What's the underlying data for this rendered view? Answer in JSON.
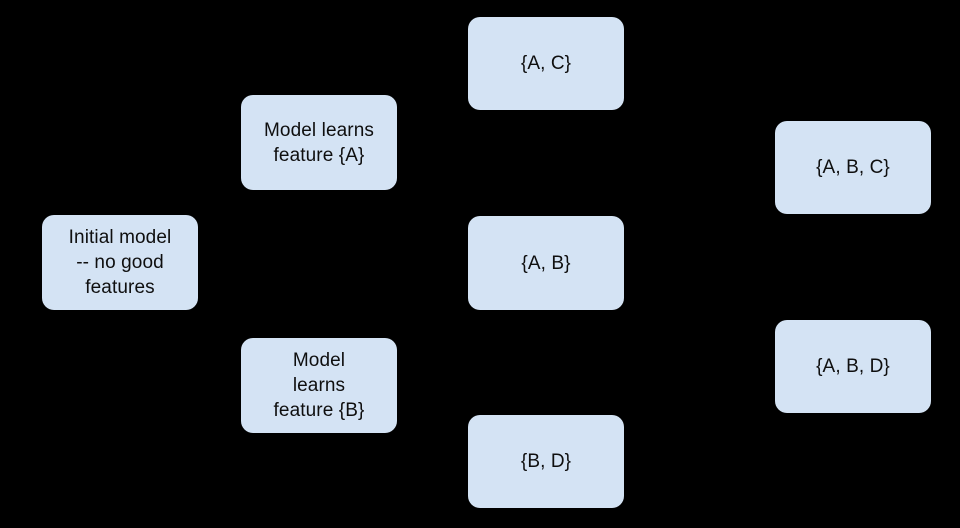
{
  "diagram": {
    "background_color": "#000000",
    "node_fill_color": "#d4e3f4",
    "node_text_color": "#0f0f0f",
    "nodes": [
      {
        "id": "initial-model",
        "label": "Initial model\n-- no good\nfeatures",
        "column": 1
      },
      {
        "id": "model-learns-a",
        "label": "Model learns\nfeature {A}",
        "column": 2
      },
      {
        "id": "model-learns-b",
        "label": "Model\nlearns\nfeature {B}",
        "column": 2
      },
      {
        "id": "set-ac",
        "label": "{A, C}",
        "column": 3
      },
      {
        "id": "set-ab",
        "label": "{A, B}",
        "column": 3
      },
      {
        "id": "set-bd",
        "label": "{B, D}",
        "column": 3
      },
      {
        "id": "set-abc",
        "label": "{A, B, C}",
        "column": 4
      },
      {
        "id": "set-abd",
        "label": "{A, B, D}",
        "column": 4
      }
    ]
  }
}
